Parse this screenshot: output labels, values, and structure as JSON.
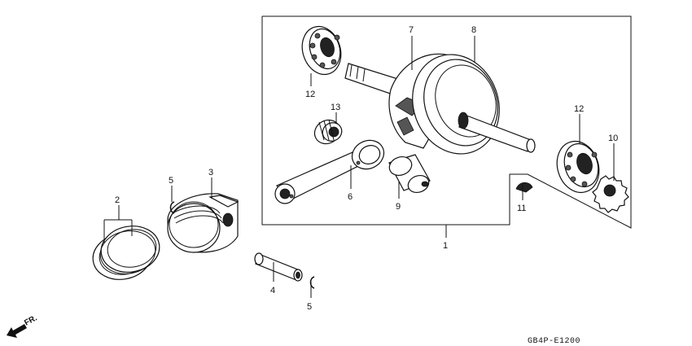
{
  "diagram_code": "GB4P-E1200",
  "direction_label": "FR.",
  "callouts": [
    {
      "id": "c1",
      "label": "1"
    },
    {
      "id": "c2",
      "label": "2"
    },
    {
      "id": "c3",
      "label": "3"
    },
    {
      "id": "c4",
      "label": "4"
    },
    {
      "id": "c5a",
      "label": "5"
    },
    {
      "id": "c5b",
      "label": "5"
    },
    {
      "id": "c6",
      "label": "6"
    },
    {
      "id": "c7",
      "label": "7"
    },
    {
      "id": "c8",
      "label": "8"
    },
    {
      "id": "c9",
      "label": "9"
    },
    {
      "id": "c10",
      "label": "10"
    },
    {
      "id": "c11",
      "label": "11"
    },
    {
      "id": "c12a",
      "label": "12"
    },
    {
      "id": "c12b",
      "label": "12"
    },
    {
      "id": "c13",
      "label": "13"
    }
  ]
}
